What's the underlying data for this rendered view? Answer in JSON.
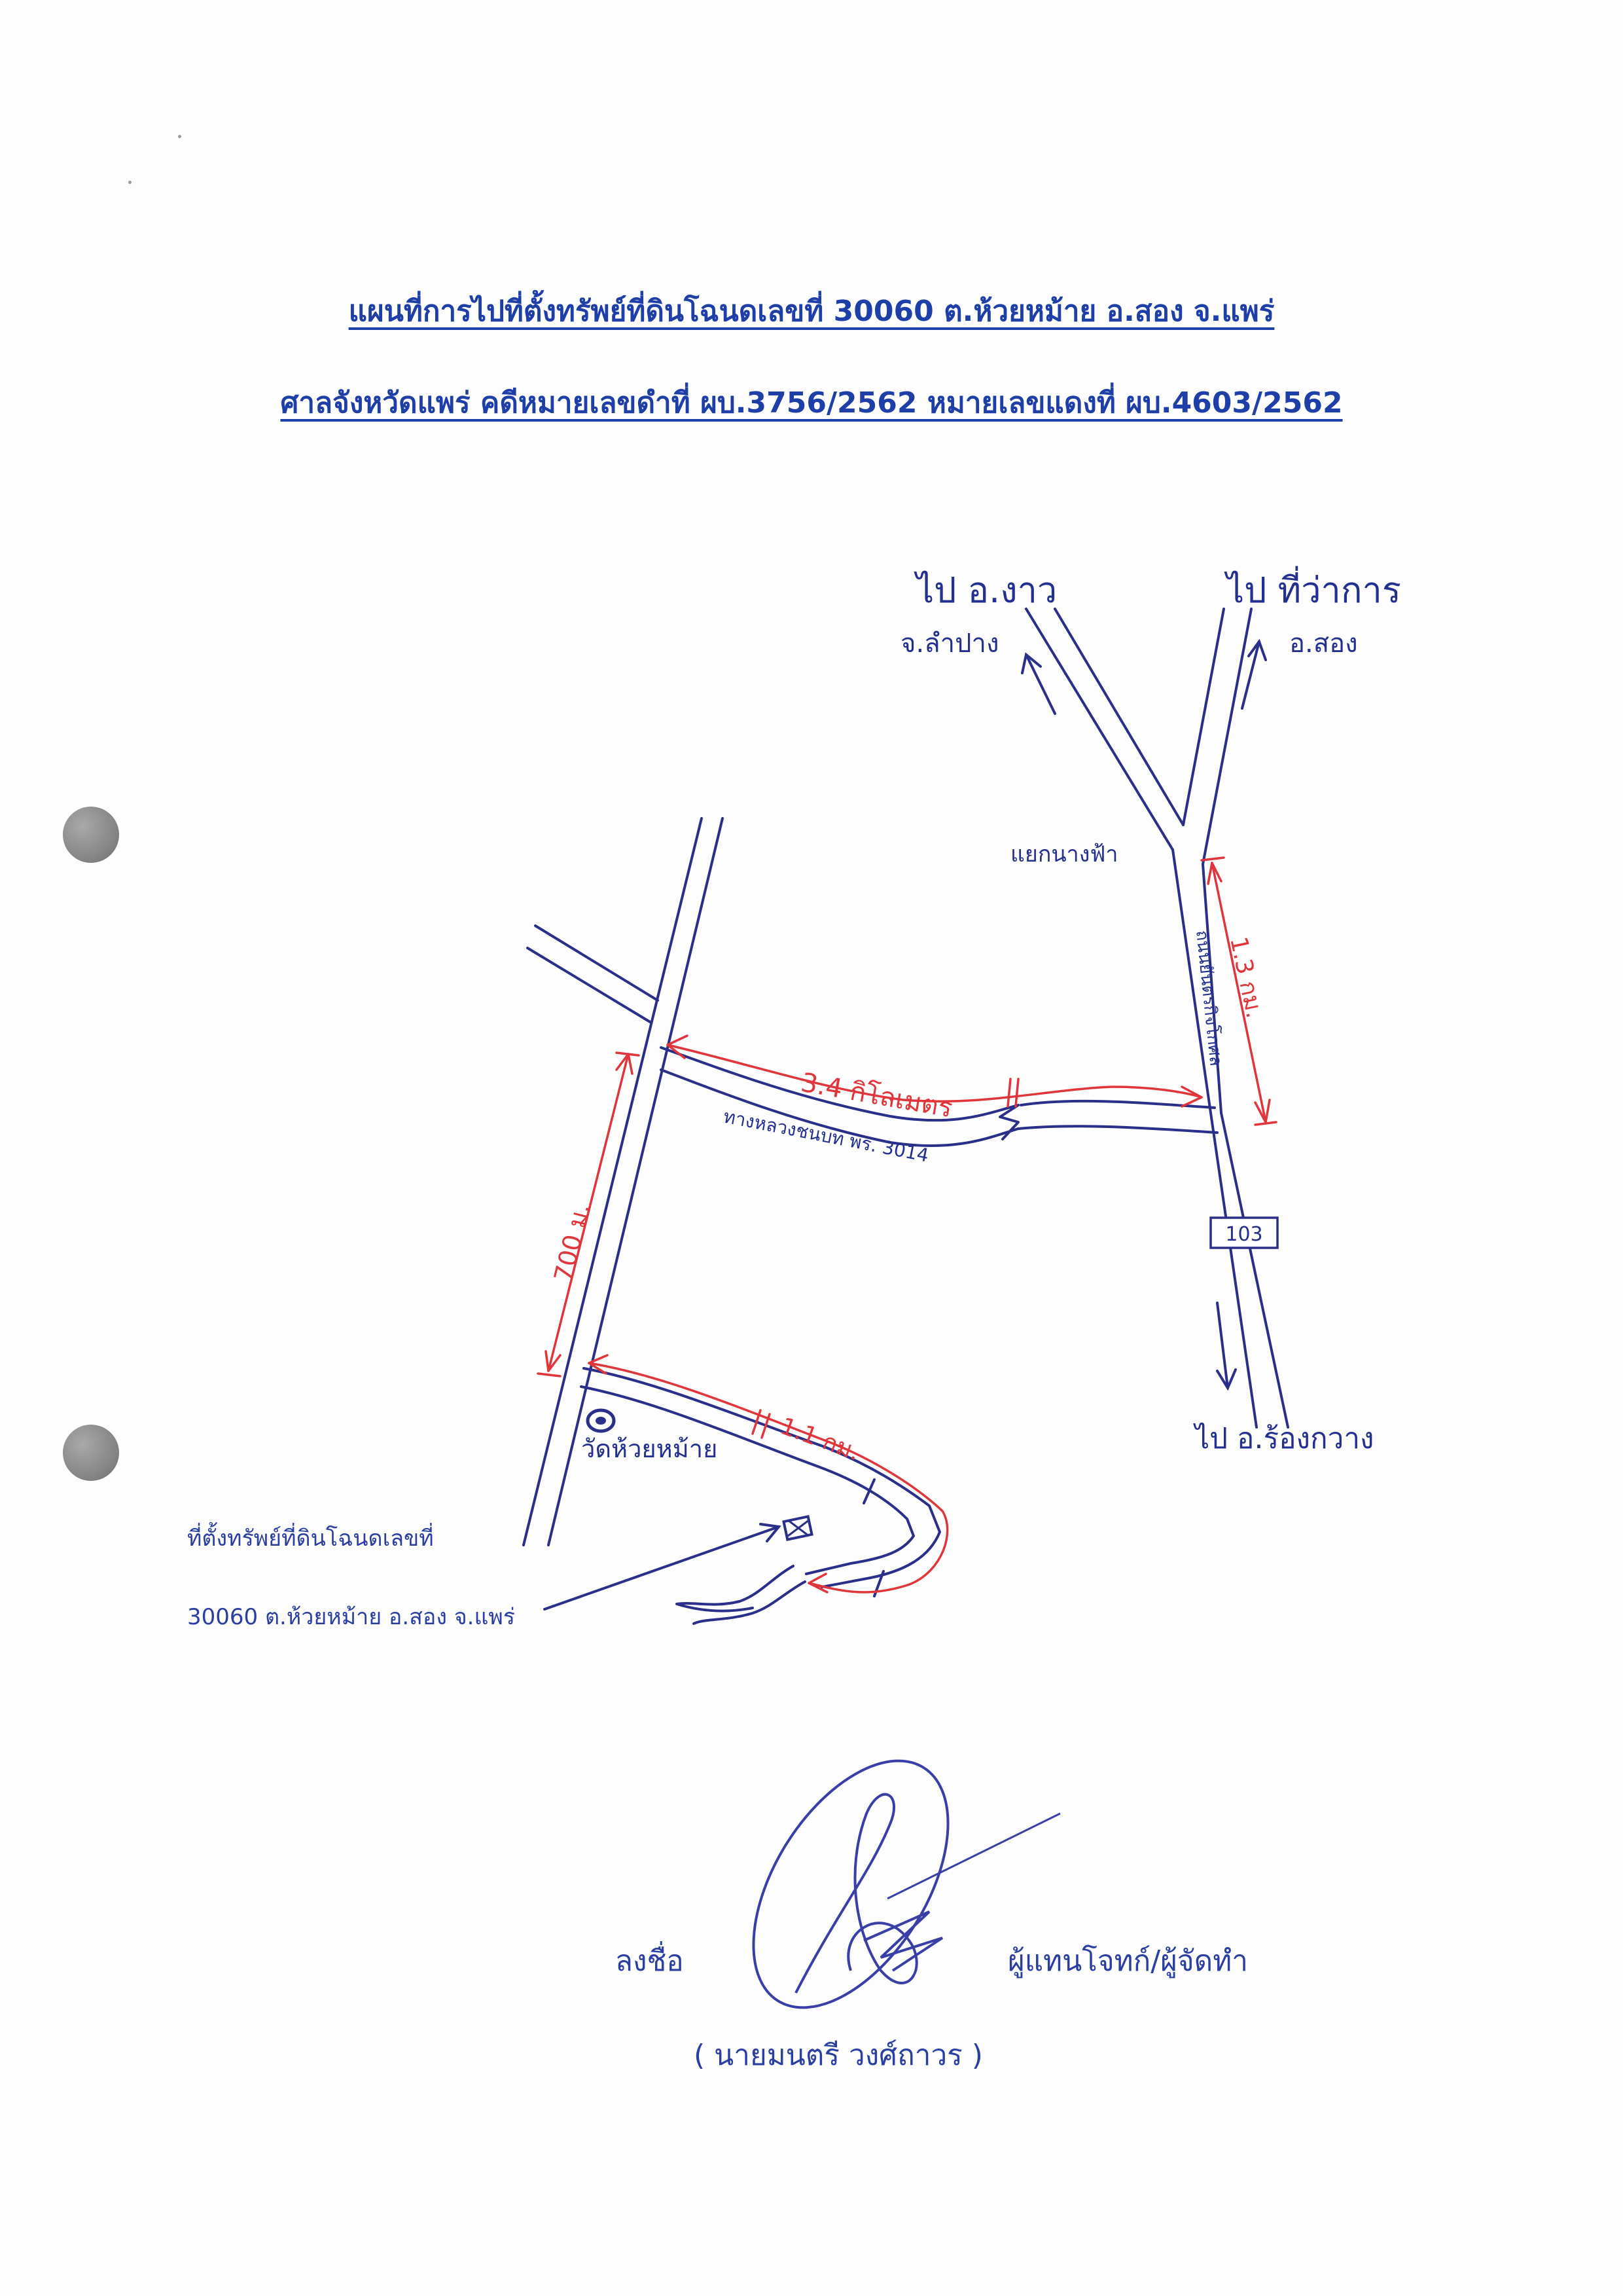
{
  "document": {
    "title_line_1": "แผนที่การไปที่ตั้งทรัพย์ที่ดินโฉนดเลขที่ 30060 ต.ห้วยหม้าย อ.สอง จ.แพร่",
    "title_line_2": "ศาลจังหวัดแพร่ คดีหมายเลขดำที่ ผบ.3756/2562 หมายเลขแดงที่ ผบ.4603/2562"
  },
  "map": {
    "destinations": {
      "to_ngao_line_1": "ไป อ.งาว",
      "to_ngao_line_2": "จ.ลำปาง",
      "to_district_office_line_1": "ไป ที่ว่าการ",
      "to_district_office_line_2": "อ.สอง",
      "to_rong_kwang": "ไป อ.ร้องกวาง"
    },
    "junction_label": "แยกนางฟ้า",
    "main_road_label": "ถนนยันตรกิจโกศล",
    "highway_number": "103",
    "rural_road_label": "ทางหลวงชนบท พร. 3014",
    "landmark_temple": "วัดห้วยหม้าย",
    "distances": {
      "junction_to_turn": "1.3 กม.",
      "rural_road_length": "3.4 กิโลเมตร",
      "north_south_segment": "700 ม.",
      "temple_road_to_property": "1.1 กม."
    },
    "property_caption_line_1": "ที่ตั้งทรัพย์ที่ดินโฉนดเลขที่",
    "property_caption_line_2": "30060 ต.ห้วยหม้าย อ.สอง จ.แพร่",
    "colors": {
      "road_ink": "#2a2f8a",
      "distance_ink": "#e0353a",
      "printed_text": "#1f3fa8"
    }
  },
  "signature_block": {
    "sign_label": "ลงชื่อ",
    "role": "ผู้แทนโจทก์/ผู้จัดทำ",
    "name": "( นายมนตรี วงศ์ถาวร )"
  }
}
